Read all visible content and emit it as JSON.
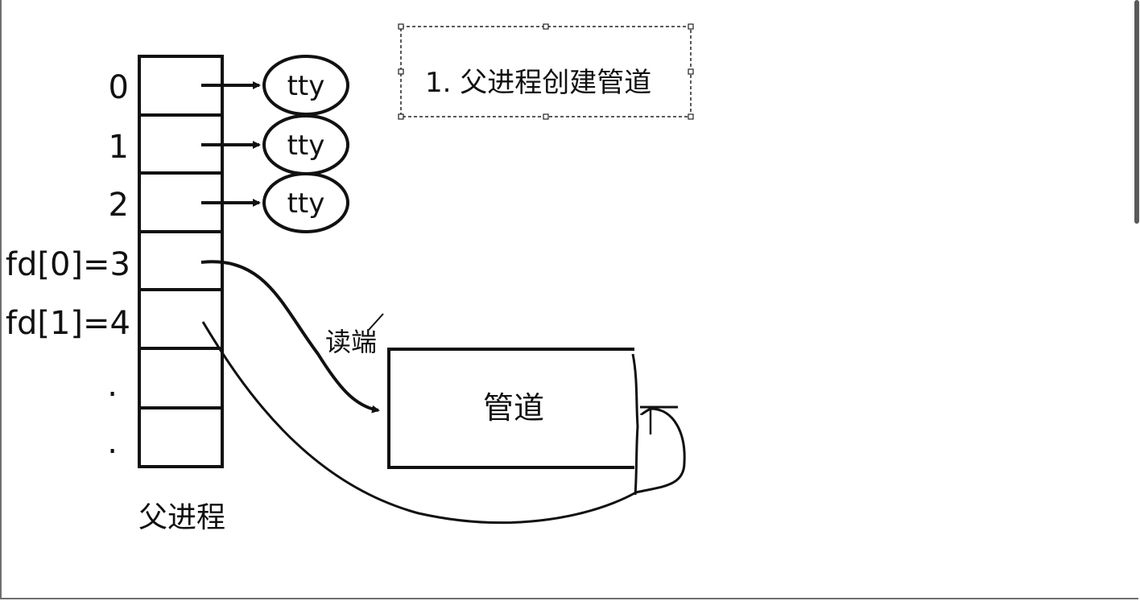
{
  "fd_labels": [
    "0",
    "1",
    "2",
    "fd[0]=3",
    "fd[1]=4",
    ".",
    "."
  ],
  "tty_labels": [
    "tty",
    "tty",
    "tty"
  ],
  "caption": "1. 父进程创建管道",
  "pipe_label": "管道",
  "read_end_label": "读端",
  "process_label": "父进程",
  "colors": {
    "ink": "#111111",
    "frame": "#6f6f6f",
    "selection": "#222222"
  }
}
